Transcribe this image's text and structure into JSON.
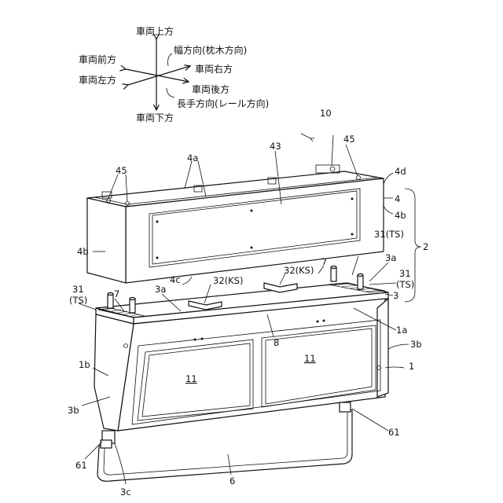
{
  "orientation_legend": {
    "up": "車両上方",
    "front": "車両前方",
    "width_dir": "幅方向(枕木方向)",
    "right": "車両右方",
    "left": "車両左方",
    "rear": "車両後方",
    "long_dir": "長手方向(レール方向)",
    "down": "車両下方"
  },
  "labels": {
    "assembly": "10",
    "l45_right": "45",
    "l45_left": "45",
    "l4a": "4a",
    "l43": "43",
    "l4d": "4d",
    "l4": "4",
    "l4b_right": "4b",
    "l4b_left": "4b",
    "l2": "2",
    "l31_right": "31(TS)",
    "l7_right": "7",
    "l3a_right": "3a",
    "l4c": "4c",
    "l32_mid": "32(KS)",
    "l32_left": "32(KS)",
    "l31_left_num": "31",
    "l31_left_ts": "(TS)",
    "l7_left": "7",
    "l3a_left": "3a",
    "l31_r2_num": "31",
    "l31_r2_ts": "(TS)",
    "l3": "3",
    "l1a": "1a",
    "l8": "8",
    "l3b_right": "3b",
    "l1b": "1b",
    "l11_left": "11",
    "l11_right": "11",
    "l1": "1",
    "l3b_left": "3b",
    "l61_right": "61",
    "l61_left": "61",
    "l6": "6",
    "l3c": "3c"
  }
}
